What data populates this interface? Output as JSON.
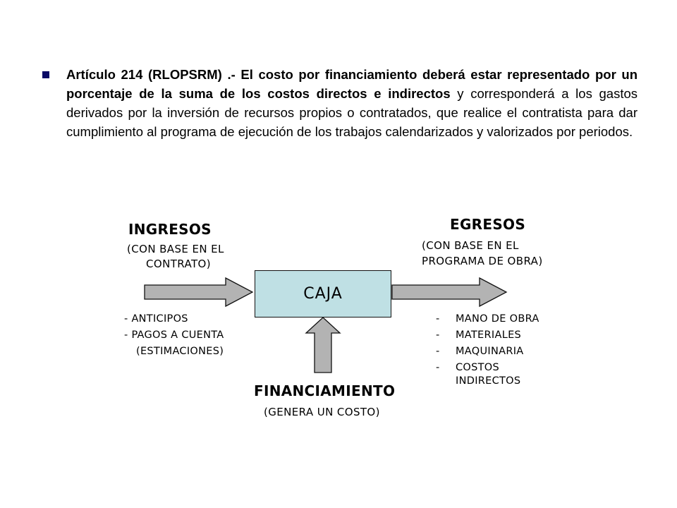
{
  "paragraph": {
    "bold_text": "Artículo 214 (RLOPSRM) .- El costo por financiamiento deberá estar representado por un porcentaje de la suma de los costos directos e indirectos",
    "normal_text": " y corresponderá a los gastos derivados por la inversión de recursos propios o contratados, que realice el contratista para dar cumplimiento al programa de ejecución de los trabajos calendarizados y valorizados por periodos."
  },
  "diagram": {
    "ingresos": {
      "title": "INGRESOS",
      "sub_line1": "(CON BASE EN EL",
      "sub_line2": "CONTRATO)",
      "items": [
        "- ANTICIPOS",
        "- PAGOS A CUENTA",
        "(ESTIMACIONES)"
      ]
    },
    "egresos": {
      "title": "EGRESOS",
      "sub_line1": "(CON BASE EN EL",
      "sub_line2": "PROGRAMA DE OBRA)",
      "items": [
        {
          "dash": "-",
          "text": "MANO DE OBRA"
        },
        {
          "dash": "-",
          "text": "MATERIALES"
        },
        {
          "dash": "-",
          "text": "MAQUINARIA"
        },
        {
          "dash": "-",
          "text": "COSTOS"
        }
      ],
      "item_continuation": "INDIRECTOS"
    },
    "caja": "CAJA",
    "financiamiento": {
      "title": "FINANCIAMIENTO",
      "sub": "(GENERA UN COSTO)"
    },
    "colors": {
      "caja_fill": "#bfe0e4",
      "arrow_fill": "#b3b3b3",
      "bullet": "#0a0a66"
    }
  }
}
